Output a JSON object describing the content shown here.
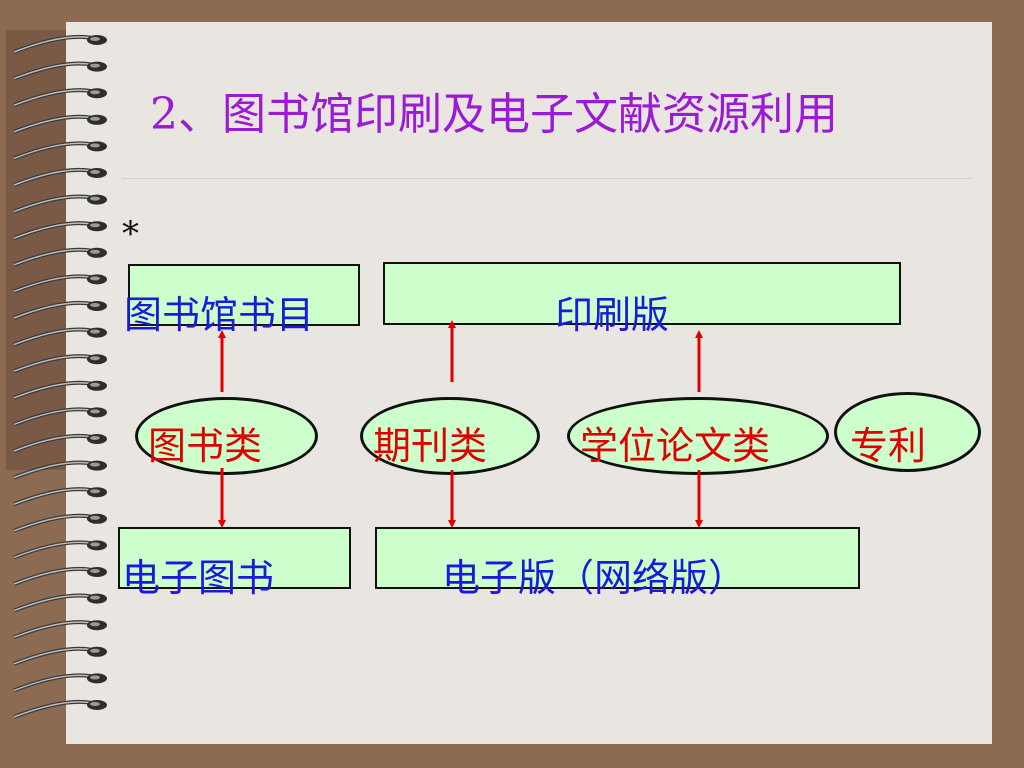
{
  "slide": {
    "title": "2、图书馆印刷及电子文献资源利用",
    "bullet": "*"
  },
  "diagram": {
    "top_boxes": [
      {
        "label": "图书馆书目"
      },
      {
        "label": "印刷版"
      }
    ],
    "categories": [
      {
        "label": "图书类"
      },
      {
        "label": "期刊类"
      },
      {
        "label": "学位论文类"
      },
      {
        "label": "专利"
      }
    ],
    "bottom_boxes": [
      {
        "label": "电子图书"
      },
      {
        "label": "电子版（网络版）"
      }
    ]
  },
  "colors": {
    "title": "#9b1ad6",
    "box_fill": "#ccffcc",
    "box_text": "#1a1adc",
    "category_text": "#e00000",
    "arrow": "#e00000",
    "frame": "#8d6a52",
    "page": "#e9e5e0"
  }
}
